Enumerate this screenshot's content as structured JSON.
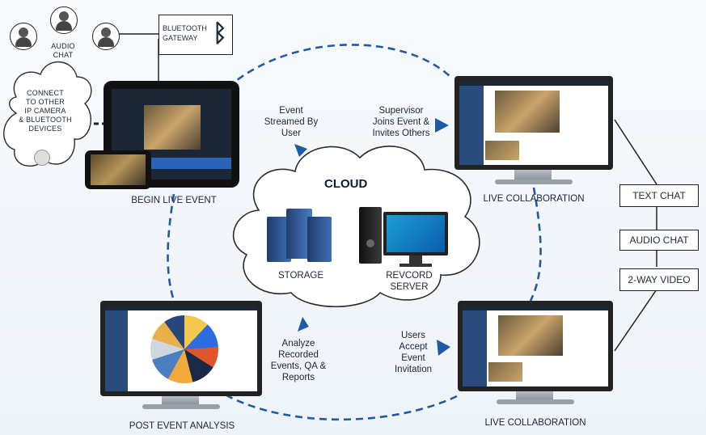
{
  "nodes": {
    "audio_chat": "AUDIO\nCHAT",
    "bluetooth_gateway": "BLUETOOTH\nGATEWAY",
    "connect_devices": "CONNECT\nTO OTHER\nIP CAMERA\n& BLUETOOTH\nDEVICES",
    "begin_live_event": "BEGIN LIVE EVENT",
    "live_collab_top": "LIVE COLLABORATION",
    "live_collab_bottom": "LIVE COLLABORATION",
    "post_event_analysis": "POST EVENT ANALYSIS",
    "cloud": "CLOUD",
    "storage": "STORAGE",
    "revcord_server": "REVCORD\nSERVER"
  },
  "flow_labels": {
    "event_streamed": "Event\nStreamed By\nUser",
    "supervisor_joins": "Supervisor\nJoins Event &\nInvites Others",
    "users_accept": "Users\nAccept\nEvent\nInvitation",
    "analyze": "Analyze\nRecorded\nEvents, QA &\nReports"
  },
  "features": {
    "text_chat": "TEXT CHAT",
    "audio_chat": "AUDIO CHAT",
    "two_way_video": "2-WAY VIDEO"
  },
  "colors": {
    "dash_blue": "#1f5aa6",
    "screen_dark": "#1b2636",
    "accent": "#2a64b8"
  }
}
